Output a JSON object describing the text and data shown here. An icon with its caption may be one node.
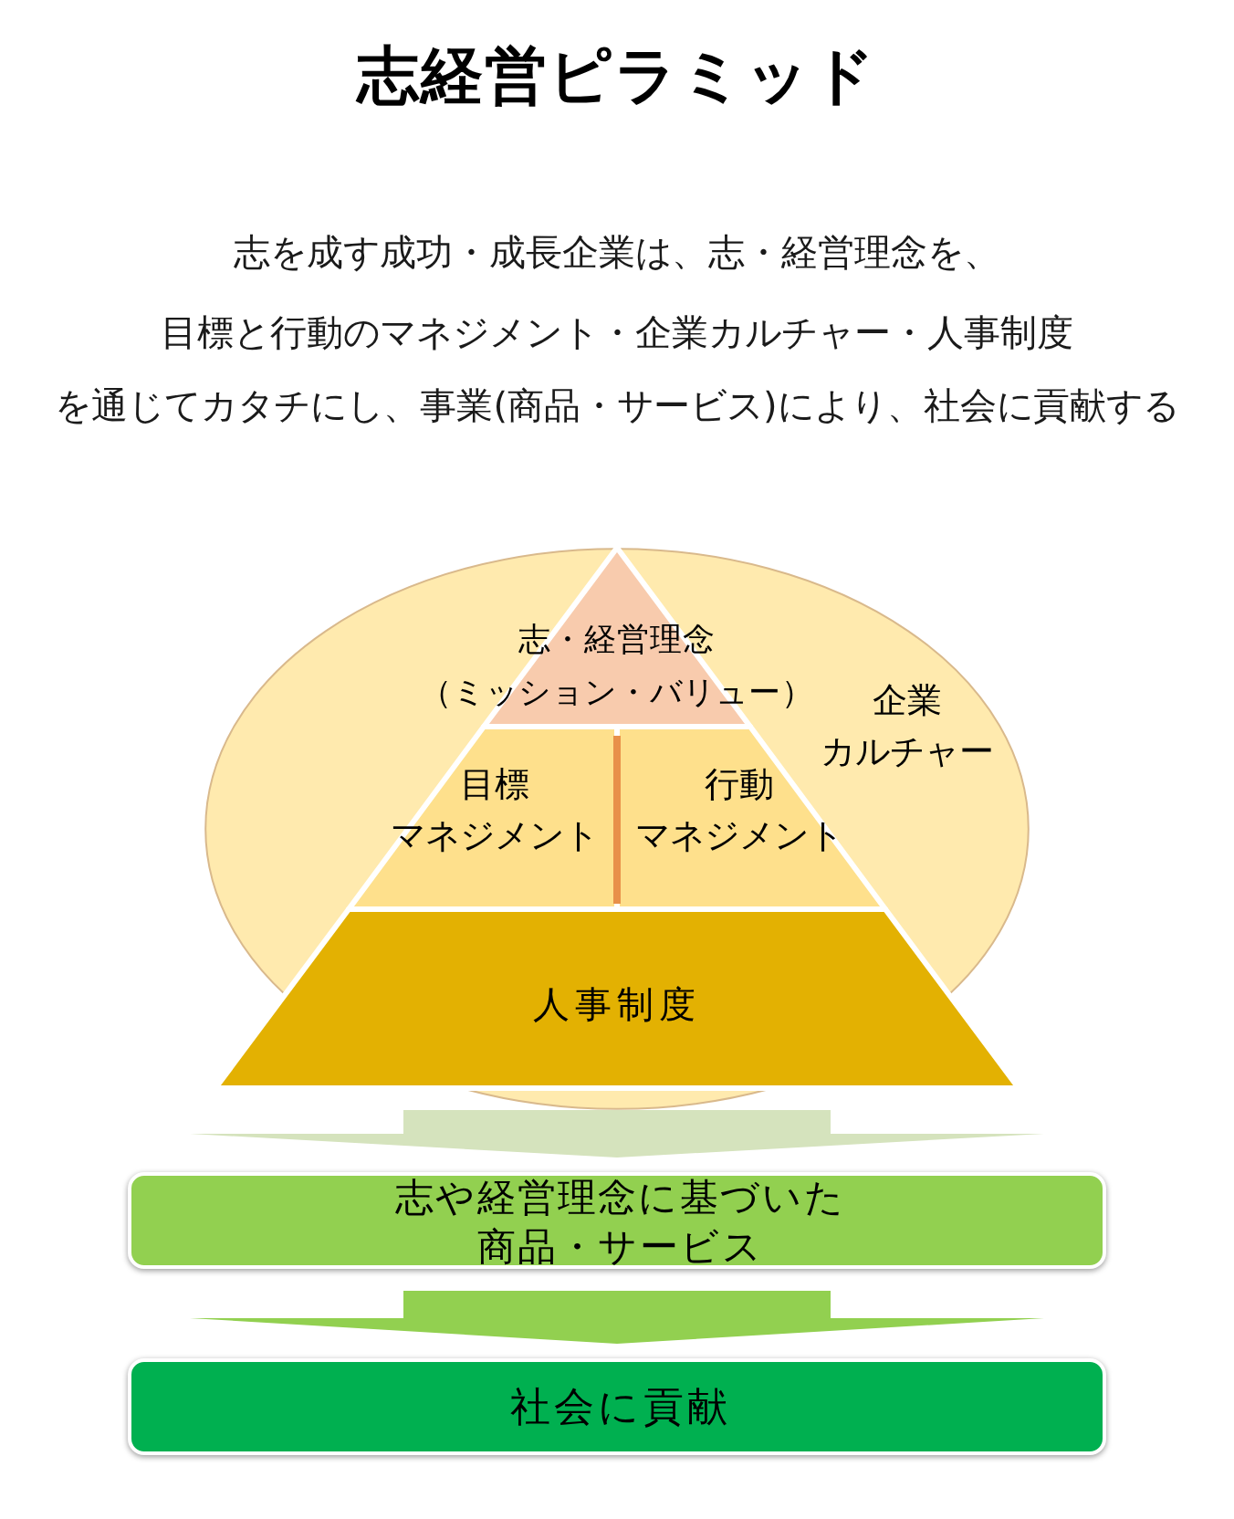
{
  "diagram": {
    "title": "志経営ピラミッド",
    "nodes": [
      {
        "text": [
          "企業カルチャー"
        ]
      },
      {
        "text": [
          "志・経営理念（ミッション・バリュー）"
        ],
        "in": 0
      },
      {
        "text": [
          "目標マネジメント"
        ],
        "in": 0
      },
      {
        "text": [
          "行動マネジメント"
        ],
        "in": 0
      },
      {
        "text": [
          "人事制度"
        ],
        "in": 0
      },
      {
        "text": [
          "志や経営理念に基づいた商品・サービス"
        ]
      },
      {
        "text": [
          "社会に貢献"
        ]
      }
    ],
    "edges": [
      {
        "from": 4,
        "to": 5,
        "arrow": "to",
        "style": "thick",
        "color": "#d5e3bd"
      },
      {
        "from": 5,
        "to": 6,
        "arrow": "to",
        "style": "thick",
        "color": "#92d050"
      }
    ],
    "labels": [
      "志を成す成功・成長企業は、志・経営理念を、",
      "目標と行動のマネジメント・企業カルチャー・人事制度",
      "を通じてカタチにし、事業(商品・サービス)により、社会に貢献する"
    ]
  }
}
